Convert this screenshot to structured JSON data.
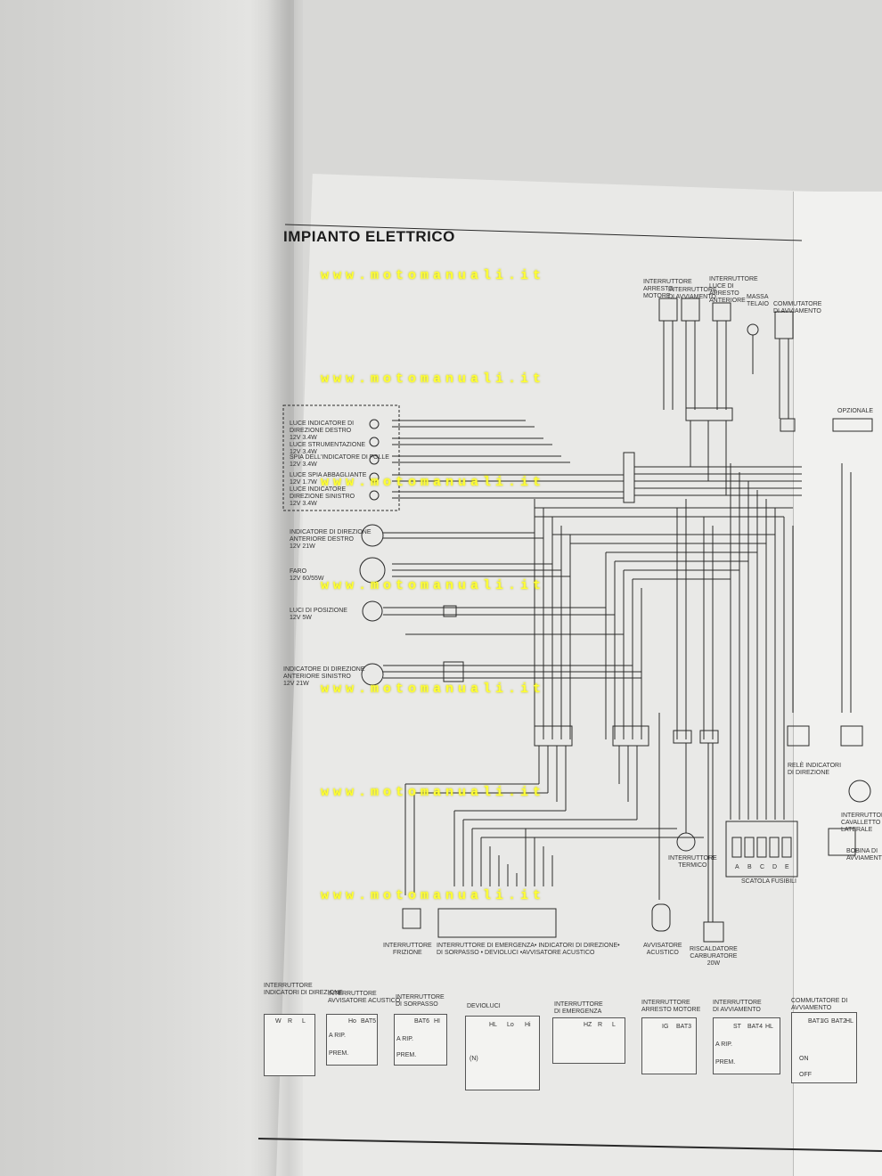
{
  "title": "IMPIANTO ELETTRICO",
  "watermark": "www.motomanuali.it",
  "components_left": [
    {
      "label": "LUCE INDICATORE DI\nDIREZIONE DESTRO\n12V 3.4W"
    },
    {
      "label": "LUCE STRUMENTAZIONE\n12V 3.4W"
    },
    {
      "label": "SPIA DELL'INDICATORE DI FOLLE\n12V 3.4W"
    },
    {
      "label": "LUCE SPIA ABBAGLIANTE\n12V 1.7W"
    },
    {
      "label": "LUCE INDICATORE\nDIREZIONE SINISTRO\n12V 3.4W"
    },
    {
      "label": "INDICATORE DI DIREZIONE\nANTERIORE DESTRO\n12V 21W"
    },
    {
      "label": "FARO\n12V 60/55W"
    },
    {
      "label": "LUCI DI POSIZIONE\n12V 5W"
    },
    {
      "label": "INDICATORE DI DIREZIONE\nANTERIORE SINISTRO\n12V 21W"
    }
  ],
  "components_top": [
    {
      "label": "INTERRUTTORE\nARRESTO\nMOTORE"
    },
    {
      "label": "INTERRUTTORE\nDI AVVIAMENTO"
    },
    {
      "label": "INTERRUTTORE\nLUCE DI\nARRESTO\nANTERIORE"
    },
    {
      "label": "MASSA\nTELAIO"
    },
    {
      "label": "COMMUTATORE\nDI AVVIAMENTO"
    },
    {
      "label": "OPZIONALE"
    }
  ],
  "components_bottom": [
    {
      "label": "INTERRUTTORE\nFRIZIONE"
    },
    {
      "label": "INTERRUTTORE DI EMERGENZA• INDICATORI DI DIREZIONE•\nDI SORPASSO • DEVIOLUCI •AVVISATORE ACUSTICO"
    },
    {
      "label": "INTERRUTTORE\nTERMICO"
    },
    {
      "label": "AVVISATORE\nACUSTICO"
    },
    {
      "label": "RISCALDATORE\nCARBURATORE\n20W"
    },
    {
      "label": "RELÈ INDICATORI\nDI DIREZIONE"
    },
    {
      "label": "SCATOLA FUSIBILI"
    },
    {
      "label": "INTERRUTTORE\nCAVALLETTO\nLATERALE"
    },
    {
      "label": "BOBINA DI\nAVVIAMENTO"
    }
  ],
  "fuses": [
    "A",
    "B",
    "C",
    "D",
    "E"
  ],
  "switch_tables": [
    {
      "title": "INTERRUTTORE\nINDICATORI DI DIREZIONE",
      "cols": [
        "W",
        "R",
        "L"
      ]
    },
    {
      "title": "INTERRUTTORE\nAVVISATORE ACUSTICO",
      "cols": [
        "Ho",
        "BAT5"
      ],
      "rows": [
        "A RIP.",
        "PREM."
      ]
    },
    {
      "title": "INTERRUTTORE\nDI SORPASSO",
      "cols": [
        "BAT6",
        "HI"
      ],
      "rows": [
        "A RIP.",
        "PREM."
      ]
    },
    {
      "title": "DEVIOLUCI",
      "cols": [
        "HL",
        "Lo",
        "Hi"
      ],
      "rows": [
        "(N)"
      ]
    },
    {
      "title": "INTERRUTTORE\nDI EMERGENZA",
      "cols": [
        "HZ",
        "R",
        "L"
      ]
    },
    {
      "title": "INTERRUTTORE\nARRESTO MOTORE",
      "cols": [
        "IG",
        "BAT3"
      ]
    },
    {
      "title": "INTERRUTTORE\nDI AVVIAMENTO",
      "cols": [
        "ST",
        "BAT4",
        "HL"
      ],
      "rows": [
        "A RIP.",
        "PREM."
      ]
    },
    {
      "title": "COMMUTATORE DI AVVIAMENTO",
      "cols": [
        "BAT1",
        "IG",
        "BAT2",
        "HL"
      ],
      "rows": [
        "ON",
        "OFF"
      ]
    }
  ],
  "colors": {
    "page": "#e9e9e7",
    "wire": "#2a2a2a",
    "watermark": "#ffff33"
  }
}
